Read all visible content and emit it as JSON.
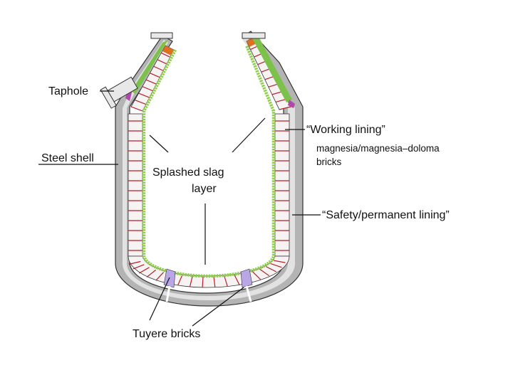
{
  "labels": {
    "taphole": "Taphole",
    "steel_shell": "Steel shell",
    "splashed_slag_line1": "Splashed slag",
    "splashed_slag_line2": "layer",
    "working_lining": "“Working lining”",
    "working_lining_desc_line1": "magnesia/magnesia–doloma",
    "working_lining_desc_line2": "bricks",
    "safety_lining": "“Safety/permanent lining”",
    "tuyere_bricks": "Tuyere bricks"
  },
  "colors": {
    "steel_shell": "#b4b4b4",
    "safety_lining": "#e2e2e2",
    "brick_face": "#f7f3f3",
    "brick_joint": "#b5202a",
    "slag_layer": "#8fcf4a",
    "tuyere": "#b9a6e6",
    "cone_accent": "#e0701f",
    "outline": "#333333"
  }
}
